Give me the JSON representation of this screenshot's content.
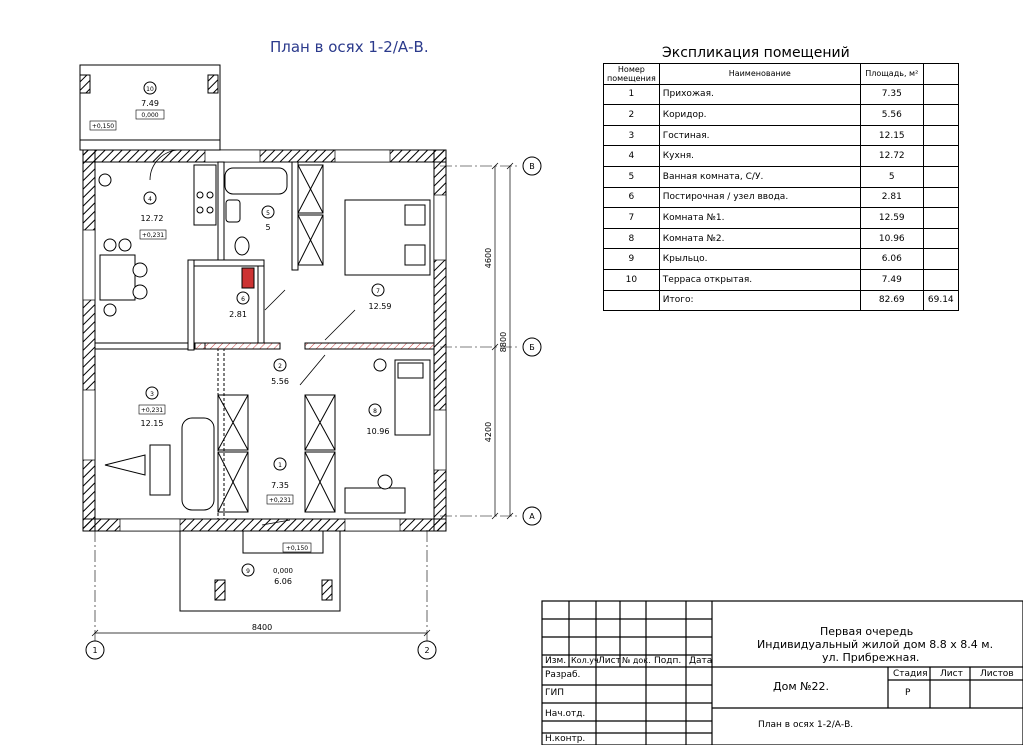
{
  "plan_title": "План в осях 1-2/А-В.",
  "explication": {
    "title": "Экспликация помещений",
    "headers": {
      "number": "Номер помещения",
      "name": "Наименование",
      "area": "Площадь, м²"
    },
    "rows": [
      {
        "no": "1",
        "name": "Прихожая.",
        "area": "7.35"
      },
      {
        "no": "2",
        "name": "Коридор.",
        "area": "5.56"
      },
      {
        "no": "3",
        "name": "Гостиная.",
        "area": "12.15"
      },
      {
        "no": "4",
        "name": "Кухня.",
        "area": "12.72"
      },
      {
        "no": "5",
        "name": "Ванная комната, С/У.",
        "area": "5"
      },
      {
        "no": "6",
        "name": "Постирочная / узел ввода.",
        "area": "2.81"
      },
      {
        "no": "7",
        "name": "Комната №1.",
        "area": "12.59"
      },
      {
        "no": "8",
        "name": "Комната №2.",
        "area": "10.96"
      },
      {
        "no": "9",
        "name": "Крыльцо.",
        "area": "6.06"
      },
      {
        "no": "10",
        "name": "Терраса открытая.",
        "area": "7.49"
      }
    ],
    "total": {
      "label": "Итого:",
      "area": "82.69",
      "extra": "69.14"
    }
  },
  "rooms": [
    {
      "no": "1",
      "area": "7.35",
      "level": "+0,231"
    },
    {
      "no": "2",
      "area": "5.56"
    },
    {
      "no": "3",
      "area": "12.15",
      "level": "+0,231"
    },
    {
      "no": "4",
      "area": "12.72",
      "level": "+0,231"
    },
    {
      "no": "5",
      "area": "5"
    },
    {
      "no": "6",
      "area": "2.81"
    },
    {
      "no": "7",
      "area": "12.59"
    },
    {
      "no": "8",
      "area": "10.96"
    },
    {
      "no": "9",
      "area": "6.06",
      "level": "0,000"
    },
    {
      "no": "10",
      "area": "7.49",
      "level": "0,000"
    }
  ],
  "levels": {
    "terrace": "+0,150",
    "porch": "+0,150"
  },
  "axes": {
    "h1": "1",
    "h2": "2",
    "vA": "А",
    "vB": "Б",
    "vC": "В"
  },
  "dimensions": {
    "width": "8400",
    "top_span": "4600",
    "bottom_span": "4200",
    "total_span": "8800"
  },
  "title_block": {
    "col_headers": [
      "Изм.",
      "Кол.уч",
      "Лист",
      "№ док.",
      "Подп.",
      "Дата"
    ],
    "roles": [
      "Разраб.",
      "ГИП",
      "Нач.отд.",
      "Н.контр."
    ],
    "project_line1": "Первая очередь",
    "project_line2": "Индивидуальный жилой дом 8.8 x 8.4 м.",
    "project_line3": "ул. Прибрежная.",
    "house": "Дом №22.",
    "stage_label": "Стадия",
    "sheet_label": "Лист",
    "sheets_label": "Листов",
    "stage_value": "Р",
    "sheet_title": "План в осях 1-2/А-В."
  }
}
